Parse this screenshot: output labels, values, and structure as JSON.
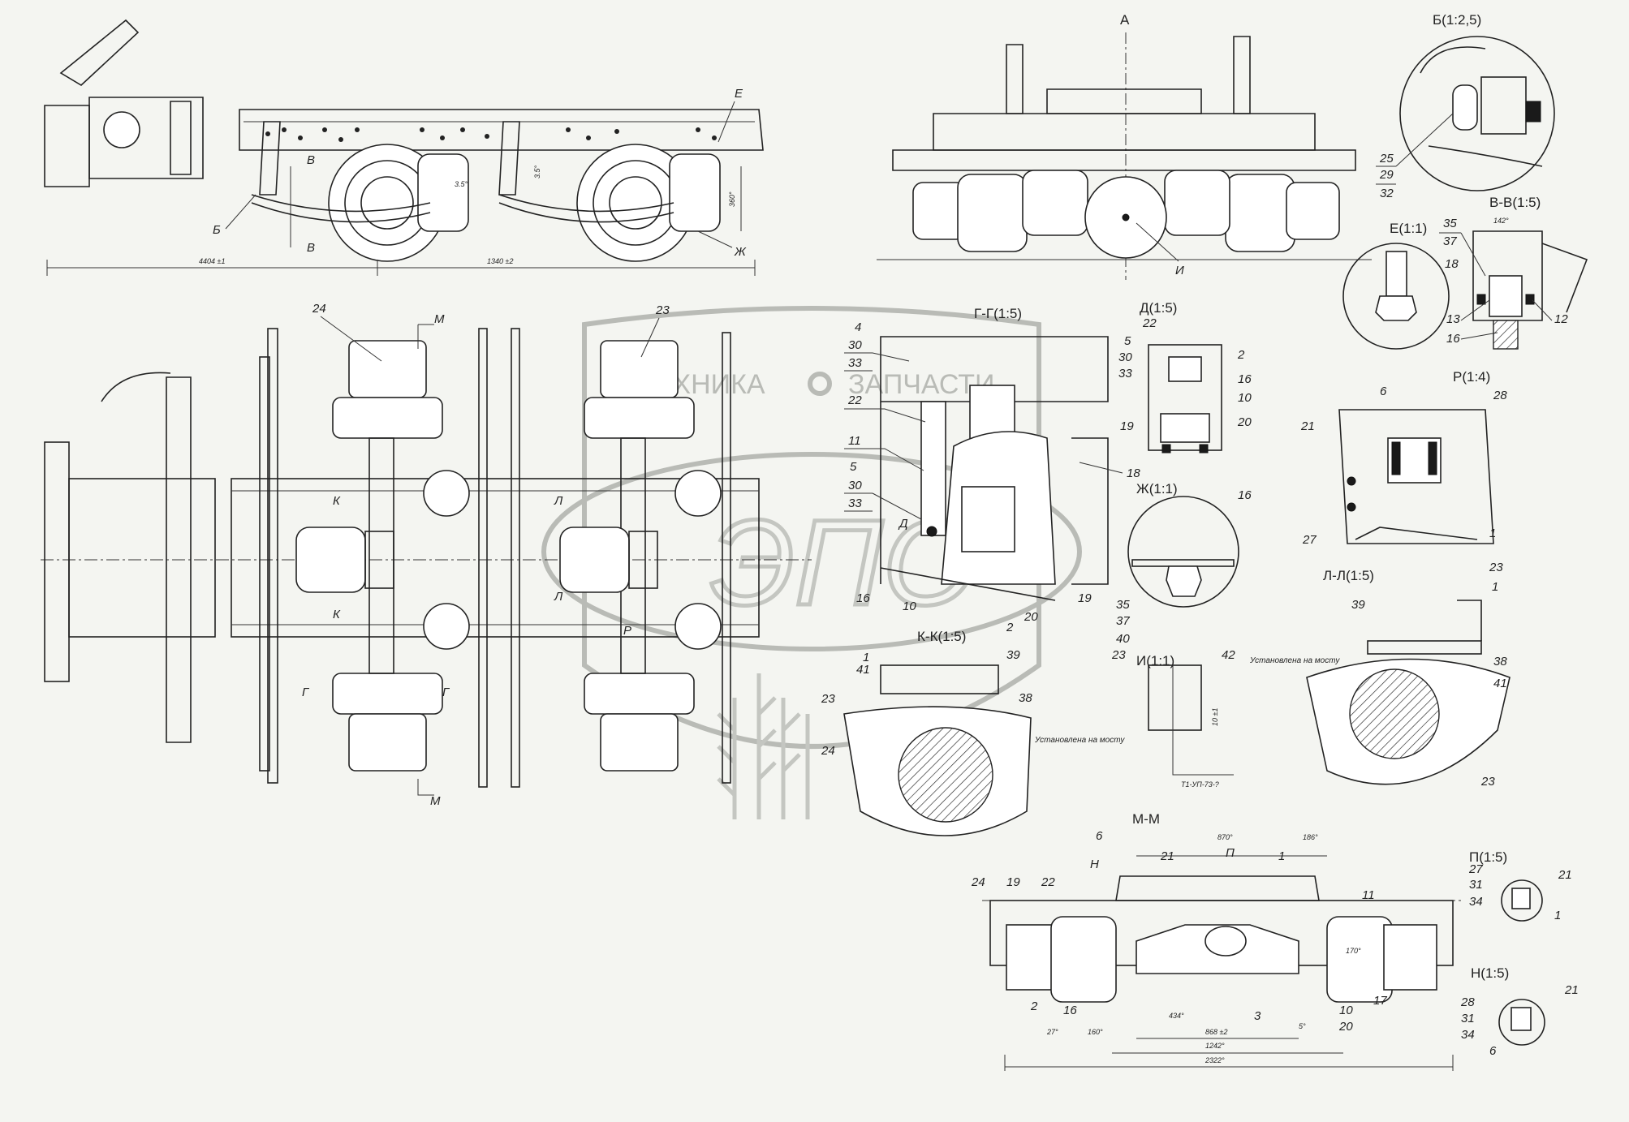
{
  "watermark": {
    "brand_left": "ТЕХНИКА",
    "brand_right": "ЗАПЧАСТИ",
    "mark": "ЭПО"
  },
  "titles": {
    "view_a": "А",
    "view_b": "Б(1:2,5)",
    "view_vv": "В-В(1:5)",
    "view_e": "Е(1:1)",
    "view_gg": "Г-Г(1:5)",
    "view_d": "Д(1:5)",
    "view_p": "Р(1:4)",
    "view_zh": "Ж(1:1)",
    "view_ll": "Л-Л(1:5)",
    "view_kk": "К-К(1:5)",
    "view_i": "И(1:1)",
    "view_mm": "М-М",
    "view_pi": "П(1:5)",
    "view_n": "Н(1:5)"
  },
  "side_view": {
    "letter_e": "Е",
    "letter_v1": "В",
    "letter_v2": "В",
    "letter_b": "Б",
    "letter_zh": "Ж",
    "angle1": "3.5°",
    "angle2": "3.5°",
    "height": "360°",
    "dim1": "4404 ±1",
    "dim2": "1340 ±2"
  },
  "plan_view": {
    "m_top": "М",
    "m_bottom": "М",
    "k_top": "К",
    "k_bottom": "К",
    "l_top": "Л",
    "l_bottom": "Л",
    "g_left": "Г",
    "g_right": "Г",
    "p_letter": "Р",
    "part_24": "24",
    "part_23": "23"
  },
  "view_a": {
    "letter_i": "И"
  },
  "view_b": {
    "n25": "25",
    "n29": "29",
    "n32": "32"
  },
  "view_vv": {
    "dim": "142°",
    "n35": "35",
    "n37": "37",
    "n18": "18",
    "n13": "13",
    "n12": "12",
    "n16": "16"
  },
  "view_gg": {
    "n4": "4",
    "n30a": "30",
    "n33a": "33",
    "n22": "22",
    "n11": "11",
    "n5": "5",
    "n30b": "30",
    "n33b": "33",
    "letter_d": "Д",
    "n16": "16",
    "n10": "10",
    "n2": "2",
    "n20": "20",
    "n19": "19",
    "n18": "18"
  },
  "view_d": {
    "n22": "22",
    "n5": "5",
    "n30": "30",
    "n33": "33",
    "n2": "2",
    "n16": "16",
    "n10": "10",
    "n20": "20",
    "n19": "19"
  },
  "view_p": {
    "n6": "6",
    "n28": "28",
    "n21": "21",
    "n27": "27",
    "n1": "1",
    "n23": "23"
  },
  "view_zh": {
    "n16": "16",
    "n35": "35",
    "n37": "37",
    "n40": "40"
  },
  "view_ll": {
    "n39": "39",
    "n1": "1",
    "n38": "38",
    "n41": "41",
    "n23": "23"
  },
  "view_kk": {
    "n1": "1",
    "n41": "41",
    "n39": "39",
    "n23": "23",
    "n38": "38",
    "n24": "24",
    "note": "Установлена на мосту"
  },
  "view_i": {
    "n23": "23",
    "n42": "42",
    "note": "Установлена на мосту",
    "dim": "10 ±1",
    "code": "Т1-УП-73-?"
  },
  "view_mm": {
    "n6": "6",
    "letter_n": "Н",
    "n21": "21",
    "letter_p": "П",
    "n1": "1",
    "n24": "24",
    "n19": "19",
    "n22": "22",
    "n11": "11",
    "n2": "2",
    "n16": "16",
    "n3": "3",
    "n10": "10",
    "n17": "17",
    "n20": "20",
    "d870": "870°",
    "d186": "186°",
    "d170": "170°",
    "d27": "27°",
    "d160": "160°",
    "d434": "434°",
    "d868": "868 ±2",
    "d5": "5°",
    "d1242": "1242°",
    "d2322": "2322°"
  },
  "view_pi": {
    "n27": "27",
    "n31": "31",
    "n34": "34",
    "n21": "21",
    "n1": "1"
  },
  "view_n": {
    "n28": "28",
    "n31": "31",
    "n34": "34",
    "n21": "21",
    "n6": "6"
  }
}
